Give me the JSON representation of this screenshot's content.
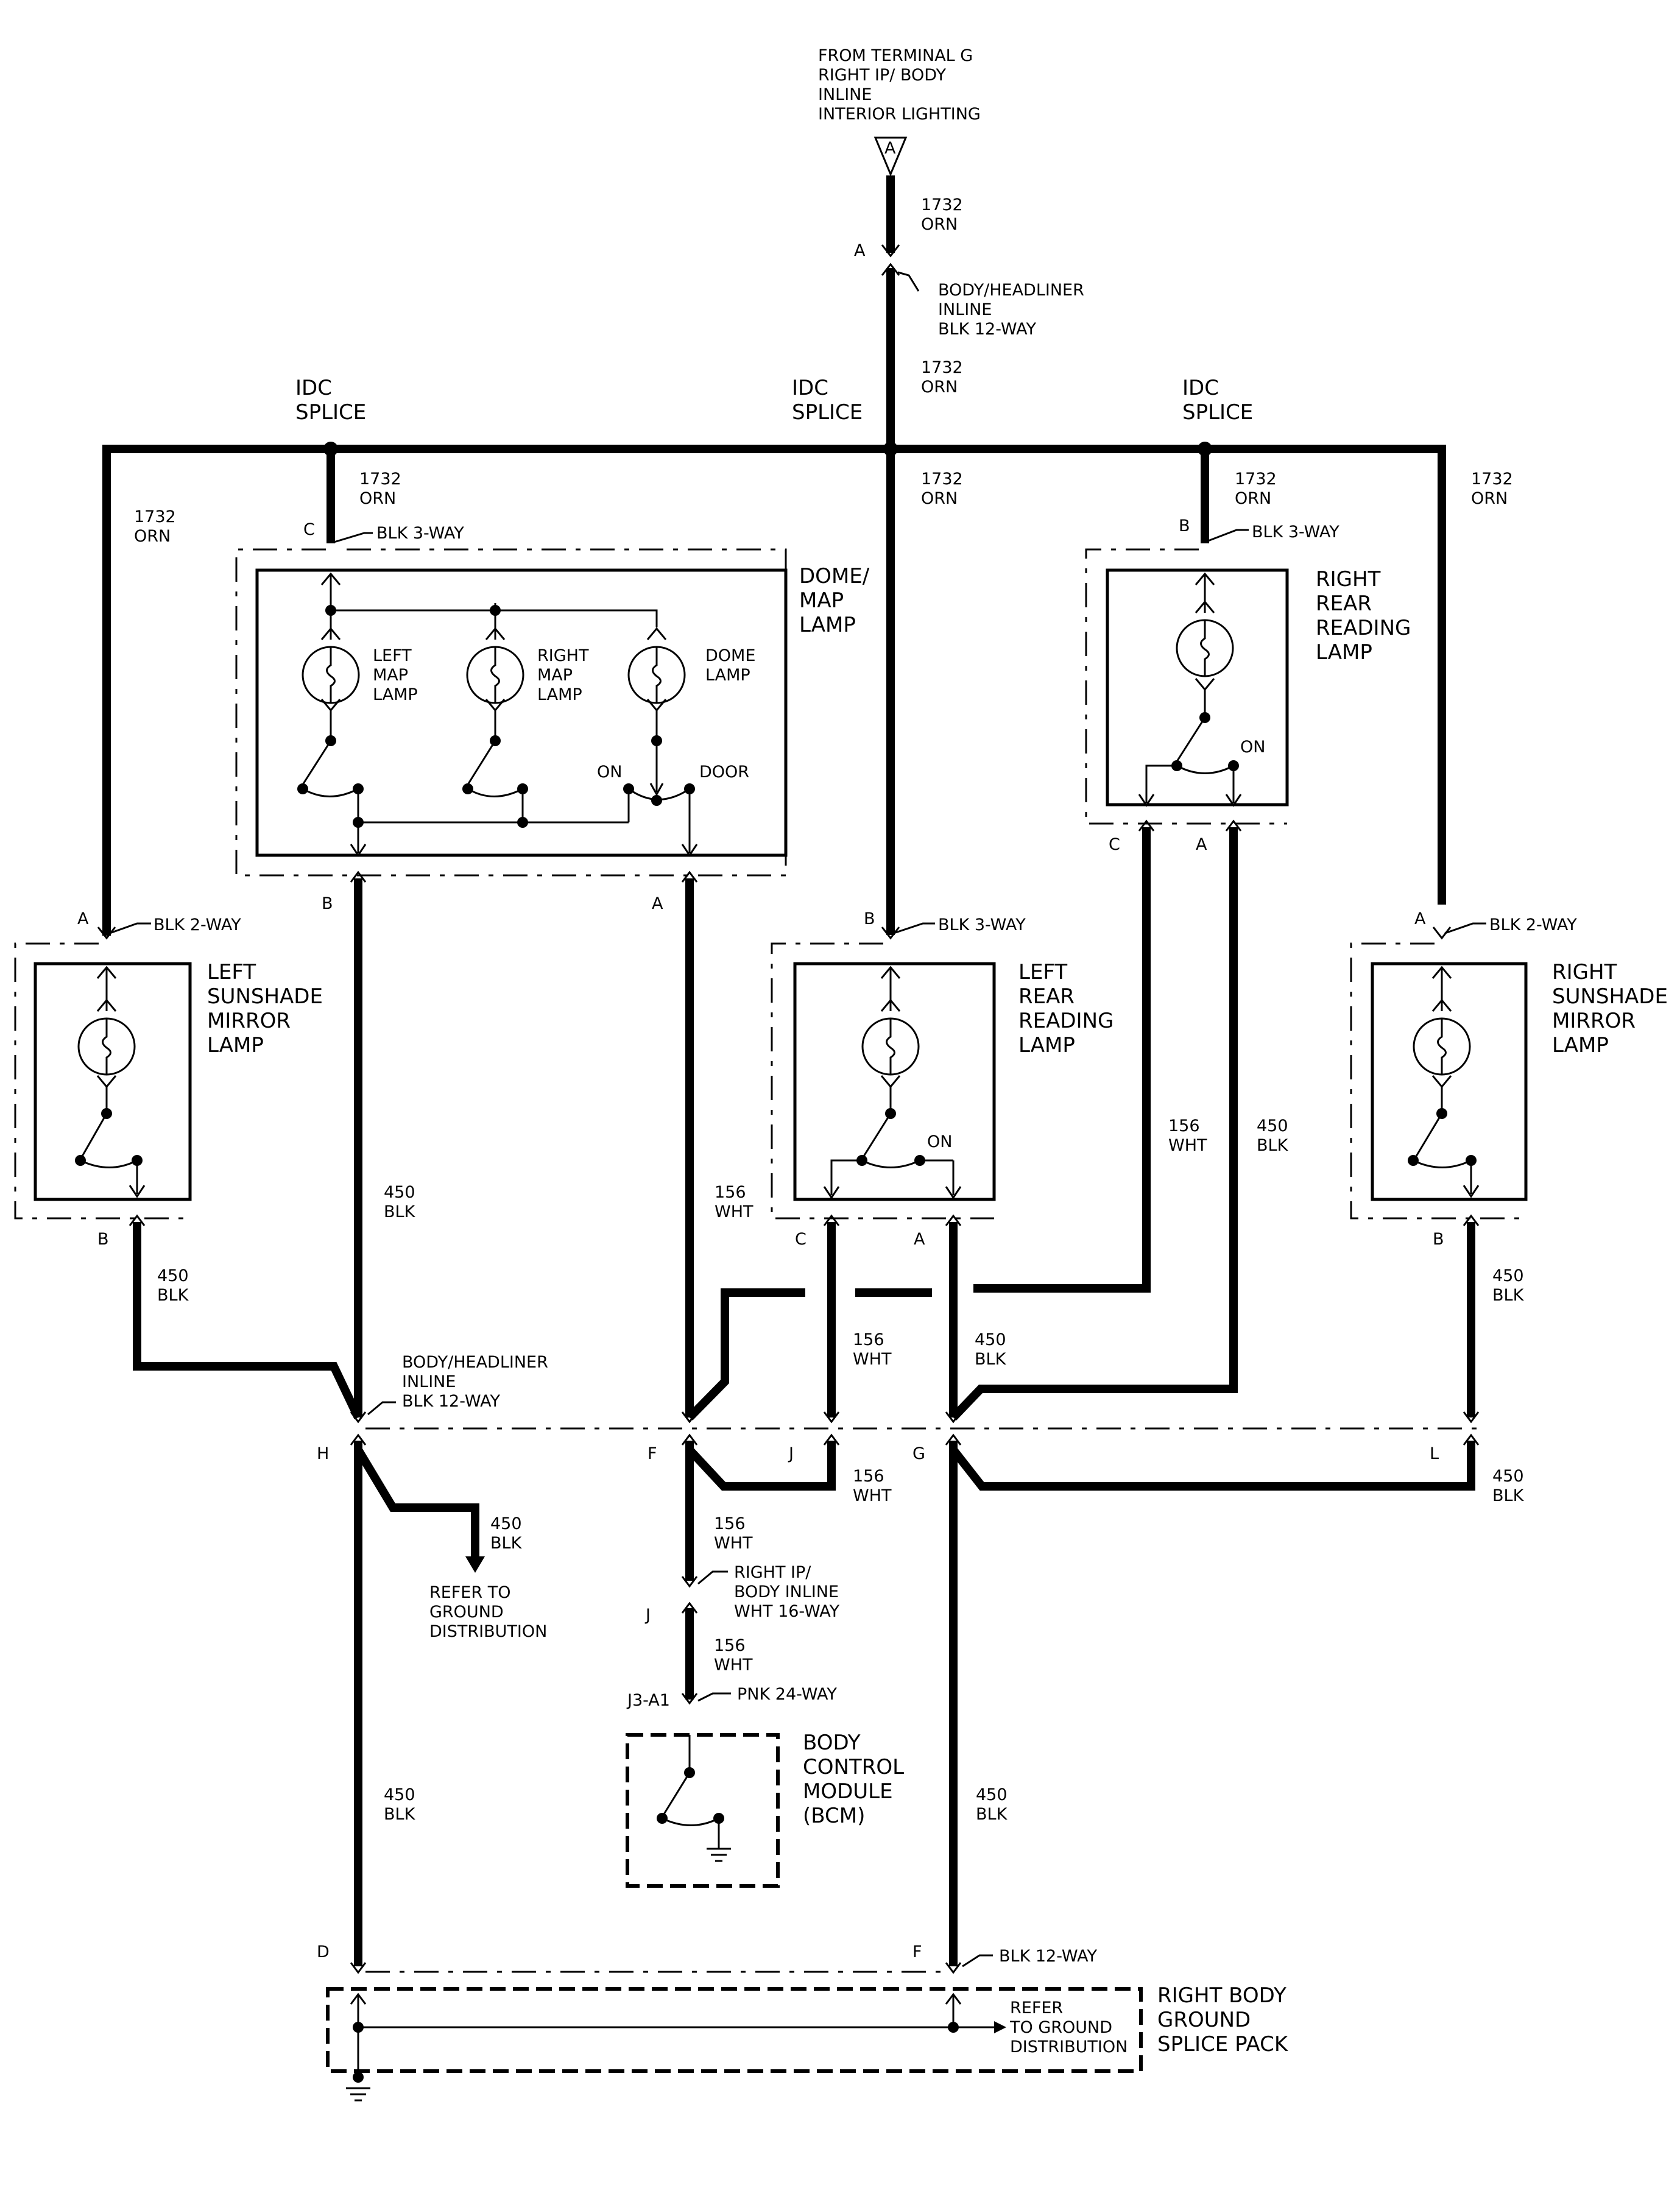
{
  "top_source": {
    "lines": [
      "FROM TERMINAL G",
      "RIGHT IP/ BODY",
      "INLINE",
      "INTERIOR LIGHTING"
    ],
    "triangle_label": "A"
  },
  "connectors": {
    "headliner_inline": {
      "lines": [
        "BODY/HEADLINER",
        "INLINE",
        "BLK 12-WAY"
      ]
    },
    "body_headliner_lower": {
      "lines": [
        "BODY/HEADLINER",
        "INLINE",
        "BLK 12-WAY"
      ]
    },
    "right_ip_body_inline": {
      "lines": [
        "RIGHT IP/",
        "BODY INLINE",
        "WHT 16-WAY"
      ]
    },
    "bcm_connector": "PNK 24-WAY",
    "ground_pack_connector": "BLK 12-WAY",
    "blk_3way": "BLK 3-WAY",
    "blk_2way": "BLK 2-WAY"
  },
  "splices": {
    "idc": [
      "IDC",
      "SPLICE"
    ]
  },
  "wires": {
    "w1732": [
      "1732",
      "ORN"
    ],
    "w450": [
      "450",
      "BLK"
    ],
    "w156": [
      "156",
      "WHT"
    ]
  },
  "pins": {
    "A": "A",
    "B": "B",
    "C": "C",
    "D": "D",
    "F": "F",
    "G": "G",
    "H": "H",
    "J": "J",
    "L": "L",
    "J3A1": "J3-A1"
  },
  "components": {
    "dome_map": [
      "DOME/",
      "MAP",
      "LAMP"
    ],
    "left_map": [
      "LEFT",
      "MAP",
      "LAMP"
    ],
    "right_map": [
      "RIGHT",
      "MAP",
      "LAMP"
    ],
    "dome": [
      "DOME",
      "LAMP"
    ],
    "right_rear_reading": [
      "RIGHT",
      "REAR",
      "READING",
      "LAMP"
    ],
    "left_rear_reading": [
      "LEFT",
      "REAR",
      "READING",
      "LAMP"
    ],
    "left_sunshade": [
      "LEFT",
      "SUNSHADE",
      "MIRROR",
      "LAMP"
    ],
    "right_sunshade": [
      "RIGHT",
      "SUNSHADE",
      "MIRROR",
      "LAMP"
    ],
    "bcm": [
      "BODY",
      "CONTROL",
      "MODULE",
      "(BCM)"
    ],
    "ground_pack": [
      "RIGHT BODY",
      "GROUND",
      "SPLICE PACK"
    ]
  },
  "switch_labels": {
    "on": "ON",
    "door": "DOOR"
  },
  "refs": {
    "ground_dist": [
      "REFER TO",
      "GROUND",
      "DISTRIBUTION"
    ],
    "ground_dist2": [
      "REFER",
      "TO GROUND",
      "DISTRIBUTION"
    ]
  }
}
